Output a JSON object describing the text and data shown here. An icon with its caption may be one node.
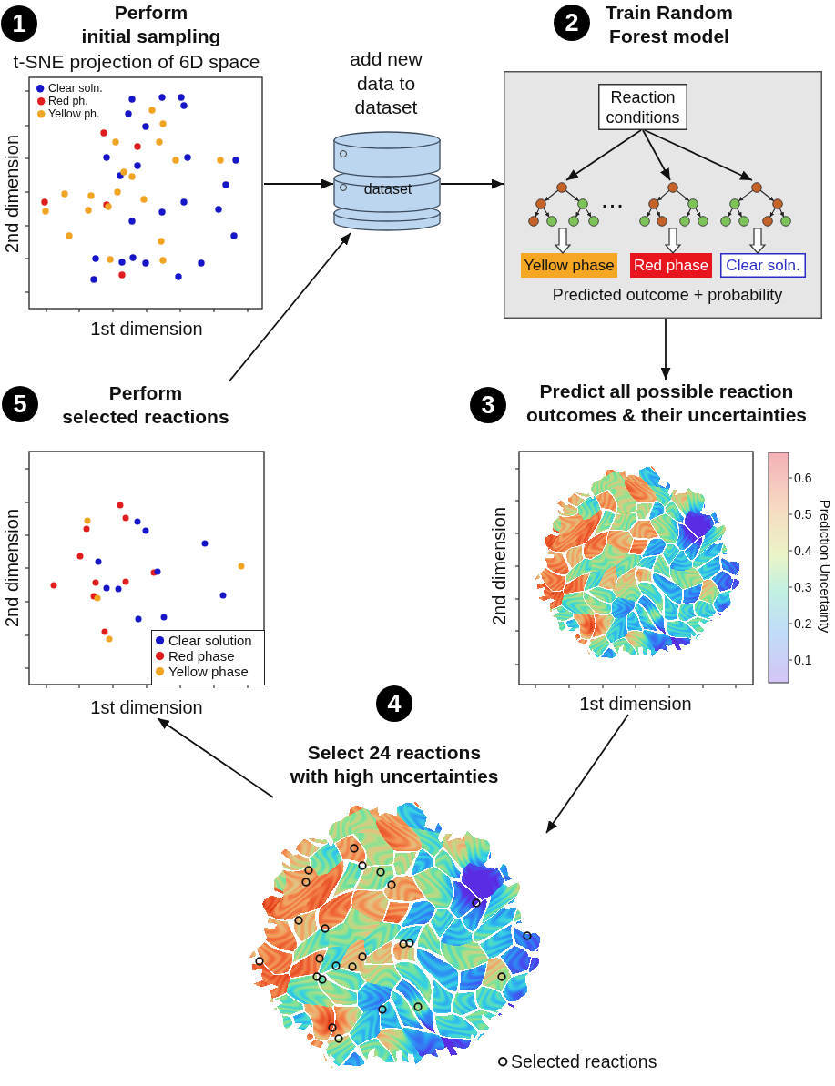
{
  "diagram": {
    "nodes": [
      {
        "text": [
          "1",
          "Perform initial sampling"
        ]
      },
      {
        "text": [],
        "shape": "picture",
        "beside": [
          "t-SNE projection of 6D space",
          "2nd dimension",
          "1st dimension"
        ]
      },
      {
        "text": [
          "dataset"
        ],
        "beside": [
          "add new data to dataset"
        ]
      },
      {
        "text": [
          "2",
          "Train Random Forest model"
        ]
      },
      {
        "text": [
          "Predicted outcome + probability"
        ]
      },
      {
        "text": [
          "Reaction conditions"
        ],
        "in": 4
      },
      {
        "text": [],
        "shape": "picture",
        "in": 4
      },
      {
        "text": [],
        "shape": "picture",
        "in": 4
      },
      {
        "text": [],
        "shape": "picture",
        "in": 4
      },
      {
        "text": [
          "Yellow phase"
        ],
        "in": 4
      },
      {
        "text": [
          "Red phase"
        ],
        "in": 4
      },
      {
        "text": [
          "Clear soln."
        ],
        "in": 4
      },
      {
        "text": [
          "5",
          "Perform selected reactions"
        ]
      },
      {
        "text": [
          "3",
          "Predict all possible reaction outcomes & their uncertainties"
        ]
      },
      {
        "text": [],
        "shape": "picture",
        "beside": [
          "2nd dimension",
          "1st dimension"
        ]
      },
      {
        "text": [],
        "shape": "picture",
        "beside": [
          "2nd dimension",
          "1st dimension"
        ]
      },
      {
        "text": [
          "4",
          "Select 24 reactions with high uncertainties"
        ]
      },
      {
        "text": [],
        "shape": "picture"
      }
    ],
    "edges": [
      {
        "from": 1,
        "to": 2,
        "arrow": "to"
      },
      {
        "from": 2,
        "to": 4,
        "arrow": "to"
      },
      {
        "from": 5,
        "to": 6,
        "arrow": "to"
      },
      {
        "from": 5,
        "to": 7,
        "arrow": "to"
      },
      {
        "from": 5,
        "to": 8,
        "arrow": "to"
      },
      {
        "from": 6,
        "to": 9,
        "arrow": "to"
      },
      {
        "from": 7,
        "to": 10,
        "arrow": "to"
      },
      {
        "from": 8,
        "to": 11,
        "arrow": "to"
      },
      {
        "from": 4,
        "to": 13,
        "arrow": "to"
      },
      {
        "from": 15,
        "to": 17,
        "arrow": "to"
      },
      {
        "from": 17,
        "to": 14,
        "arrow": "to"
      },
      {
        "from": 12,
        "to": 2,
        "arrow": "to"
      }
    ],
    "labels": [
      "...",
      "0.6",
      "0.5",
      "0.4",
      "0.3",
      "0.2",
      "0.1",
      "Prediction Uncertainty"
    ],
    "legend": [
      {
        "text": "Clear soln.",
        "color": "#1616c8"
      },
      {
        "text": "Red ph.",
        "color": "#e01c1c"
      },
      {
        "text": "Yellow ph.",
        "color": "#f0a424"
      },
      {
        "text": "Clear solution",
        "color": "#1616c8"
      },
      {
        "text": "Red phase",
        "color": "#e01c1c"
      },
      {
        "text": "Yellow phase",
        "color": "#f0a424"
      },
      {
        "text": "Selected reactions"
      }
    ]
  }
}
